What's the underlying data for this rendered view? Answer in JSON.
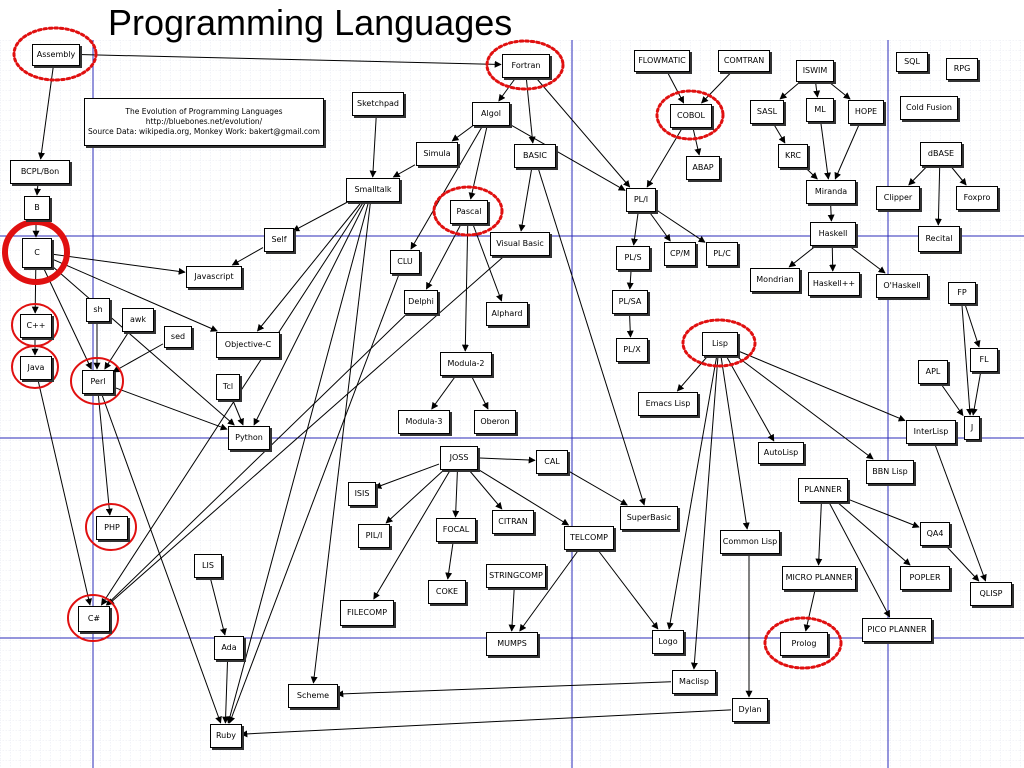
{
  "title": "Programming Languages",
  "info": {
    "line1": "The Evolution of Programming Languages",
    "line2": "http://bluebones.net/evolution/",
    "line3": "Source Data: wikipedia.org, Monkey Work: bakert@gmail.com"
  },
  "languages": {
    "assembly": "Assembly",
    "fortran": "Fortran",
    "flowmatic": "FLOWMATIC",
    "comtran": "COMTRAN",
    "iswim": "ISWIM",
    "sql": "SQL",
    "rpg": "RPG",
    "sketchpad": "Sketchpad",
    "algol": "Algol",
    "cobol": "COBOL",
    "sasl": "SASL",
    "ml": "ML",
    "hope": "HOPE",
    "coldfusion": "Cold Fusion",
    "bcpl": "BCPL/Bon",
    "simula": "Simula",
    "basic": "BASIC",
    "krc": "KRC",
    "dbase": "dBASE",
    "abap": "ABAP",
    "smalltalk": "Smalltalk",
    "b": "B",
    "pascal": "Pascal",
    "pl1": "PL/I",
    "miranda": "Miranda",
    "clipper": "Clipper",
    "foxpro": "Foxpro",
    "c": "C",
    "self": "Self",
    "clu": "CLU",
    "visualbasic": "Visual Basic",
    "pls": "PL/S",
    "cpm": "CP/M",
    "plc": "PL/C",
    "haskell": "Haskell",
    "recital": "Recital",
    "javascript": "Javascript",
    "delphi": "Delphi",
    "mondrian": "Mondrian",
    "haskellpp": "Haskell++",
    "ohaskell": "O'Haskell",
    "fp": "FP",
    "cpp": "C++",
    "sh": "sh",
    "awk": "awk",
    "sed": "sed",
    "alphard": "Alphard",
    "plsa": "PL/SA",
    "objc": "Objective-C",
    "plx": "PL/X",
    "lisp": "Lisp",
    "fl": "FL",
    "java": "Java",
    "perl": "Perl",
    "modula2": "Modula-2",
    "apl": "APL",
    "tcl": "Tcl",
    "emacslisp": "Emacs Lisp",
    "modula3": "Modula-3",
    "oberon": "Oberon",
    "interlisp": "InterLisp",
    "j": "J",
    "python": "Python",
    "autolisp": "AutoLisp",
    "joss": "JOSS",
    "cal": "CAL",
    "bbnlisp": "BBN Lisp",
    "isis": "ISIS",
    "planner": "PLANNER",
    "superbasic": "SuperBasic",
    "citran": "CITRAN",
    "php": "PHP",
    "pil": "PIL/I",
    "focal": "FOCAL",
    "qa4": "QA4",
    "telcomp": "TELCOMP",
    "commonlisp": "Common Lisp",
    "lis": "LIS",
    "stringcomp": "STRINGCOMP",
    "microplanner": "MICRO PLANNER",
    "popler": "POPLER",
    "coke": "COKE",
    "qlisp": "QLISP",
    "filecomp": "FILECOMP",
    "csharp": "C#",
    "picoplanner": "PICO PLANNER",
    "ada": "Ada",
    "mumps": "MUMPS",
    "logo": "Logo",
    "prolog": "Prolog",
    "maclisp": "Maclisp",
    "scheme": "Scheme",
    "dylan": "Dylan",
    "ruby": "Ruby"
  },
  "colors": {
    "highlight": "#e01010",
    "gridline": "#2b2bb8",
    "minorgrid": "#c8cde0",
    "edge": "#000000",
    "nodefill": "#ffffff"
  },
  "edges": [
    [
      "assembly",
      "bcpl"
    ],
    [
      "assembly",
      "fortran"
    ],
    [
      "bcpl",
      "b"
    ],
    [
      "b",
      "c"
    ],
    [
      "c",
      "cpp"
    ],
    [
      "c",
      "javascript"
    ],
    [
      "c",
      "objc"
    ],
    [
      "c",
      "perl"
    ],
    [
      "c",
      "python"
    ],
    [
      "cpp",
      "java"
    ],
    [
      "java",
      "csharp"
    ],
    [
      "sh",
      "perl"
    ],
    [
      "awk",
      "perl"
    ],
    [
      "sed",
      "perl"
    ],
    [
      "perl",
      "php"
    ],
    [
      "perl",
      "python"
    ],
    [
      "perl",
      "ruby"
    ],
    [
      "tcl",
      "python"
    ],
    [
      "self",
      "javascript"
    ],
    [
      "fortran",
      "algol"
    ],
    [
      "fortran",
      "basic"
    ],
    [
      "fortran",
      "pl1"
    ],
    [
      "algol",
      "simula"
    ],
    [
      "algol",
      "pascal"
    ],
    [
      "algol",
      "clu"
    ],
    [
      "algol",
      "pl1"
    ],
    [
      "simula",
      "smalltalk"
    ],
    [
      "sketchpad",
      "smalltalk"
    ],
    [
      "smalltalk",
      "self"
    ],
    [
      "smalltalk",
      "objc"
    ],
    [
      "smalltalk",
      "python"
    ],
    [
      "smalltalk",
      "ruby"
    ],
    [
      "smalltalk",
      "csharp"
    ],
    [
      "smalltalk",
      "scheme"
    ],
    [
      "pascal",
      "delphi"
    ],
    [
      "pascal",
      "alphard"
    ],
    [
      "pascal",
      "modula2"
    ],
    [
      "basic",
      "visualbasic"
    ],
    [
      "basic",
      "superbasic"
    ],
    [
      "visualbasic",
      "csharp"
    ],
    [
      "delphi",
      "csharp"
    ],
    [
      "clu",
      "ruby"
    ],
    [
      "modula2",
      "modula3"
    ],
    [
      "modula2",
      "oberon"
    ],
    [
      "flowmatic",
      "cobol"
    ],
    [
      "comtran",
      "cobol"
    ],
    [
      "cobol",
      "abap"
    ],
    [
      "cobol",
      "pl1"
    ],
    [
      "pl1",
      "pls"
    ],
    [
      "pl1",
      "cpm"
    ],
    [
      "pl1",
      "plc"
    ],
    [
      "pls",
      "plsa"
    ],
    [
      "plsa",
      "plx"
    ],
    [
      "iswim",
      "sasl"
    ],
    [
      "iswim",
      "ml"
    ],
    [
      "iswim",
      "hope"
    ],
    [
      "sasl",
      "krc"
    ],
    [
      "krc",
      "miranda"
    ],
    [
      "ml",
      "miranda"
    ],
    [
      "hope",
      "miranda"
    ],
    [
      "miranda",
      "haskell"
    ],
    [
      "haskell",
      "mondrian"
    ],
    [
      "haskell",
      "haskellpp"
    ],
    [
      "haskell",
      "ohaskell"
    ],
    [
      "dbase",
      "clipper"
    ],
    [
      "dbase",
      "foxpro"
    ],
    [
      "dbase",
      "recital"
    ],
    [
      "fp",
      "fl"
    ],
    [
      "fp",
      "j"
    ],
    [
      "fl",
      "j"
    ],
    [
      "apl",
      "j"
    ],
    [
      "lisp",
      "emacslisp"
    ],
    [
      "lisp",
      "autolisp"
    ],
    [
      "lisp",
      "bbnlisp"
    ],
    [
      "lisp",
      "interlisp"
    ],
    [
      "lisp",
      "commonlisp"
    ],
    [
      "lisp",
      "logo"
    ],
    [
      "lisp",
      "maclisp"
    ],
    [
      "interlisp",
      "qlisp"
    ],
    [
      "planner",
      "microplanner"
    ],
    [
      "planner",
      "qa4"
    ],
    [
      "planner",
      "popler"
    ],
    [
      "planner",
      "picoplanner"
    ],
    [
      "microplanner",
      "prolog"
    ],
    [
      "qa4",
      "qlisp"
    ],
    [
      "joss",
      "cal"
    ],
    [
      "joss",
      "isis"
    ],
    [
      "joss",
      "pil"
    ],
    [
      "joss",
      "focal"
    ],
    [
      "joss",
      "citran"
    ],
    [
      "joss",
      "telcomp"
    ],
    [
      "joss",
      "filecomp"
    ],
    [
      "cal",
      "superbasic"
    ],
    [
      "focal",
      "coke"
    ],
    [
      "telcomp",
      "mumps"
    ],
    [
      "telcomp",
      "logo"
    ],
    [
      "stringcomp",
      "mumps"
    ],
    [
      "lis",
      "ada"
    ],
    [
      "ada",
      "ruby"
    ],
    [
      "maclisp",
      "scheme"
    ],
    [
      "commonlisp",
      "dylan"
    ],
    [
      "dylan",
      "ruby"
    ]
  ]
}
